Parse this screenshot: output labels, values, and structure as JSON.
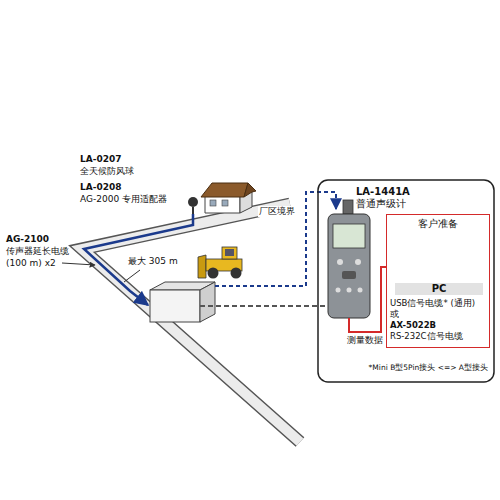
{
  "diagram": {
    "nodes": [
      {
        "text": [
          "LA-1441A",
          "普通声级计"
        ]
      },
      {
        "text": [
          "客户准备"
        ]
      },
      {
        "text": [
          "PC"
        ],
        "in": 1
      }
    ],
    "edges": [
      {
        "from": 0,
        "to": 2,
        "arrow": "none",
        "label": "测量数据"
      }
    ],
    "labels": [
      "LA-0207",
      "全天候防风球",
      "LA-0208",
      "AG-2000 专用适配器",
      "AG-2100",
      "传声器延长电缆",
      "(100 m) x2",
      "厂区境界",
      "最大 305 m",
      "USB信号电缆* (通用)",
      "或",
      "AX-5022B",
      "RS-232C信号电缆",
      "*Mini B型5Pin接头 <=> A型接头"
    ]
  }
}
